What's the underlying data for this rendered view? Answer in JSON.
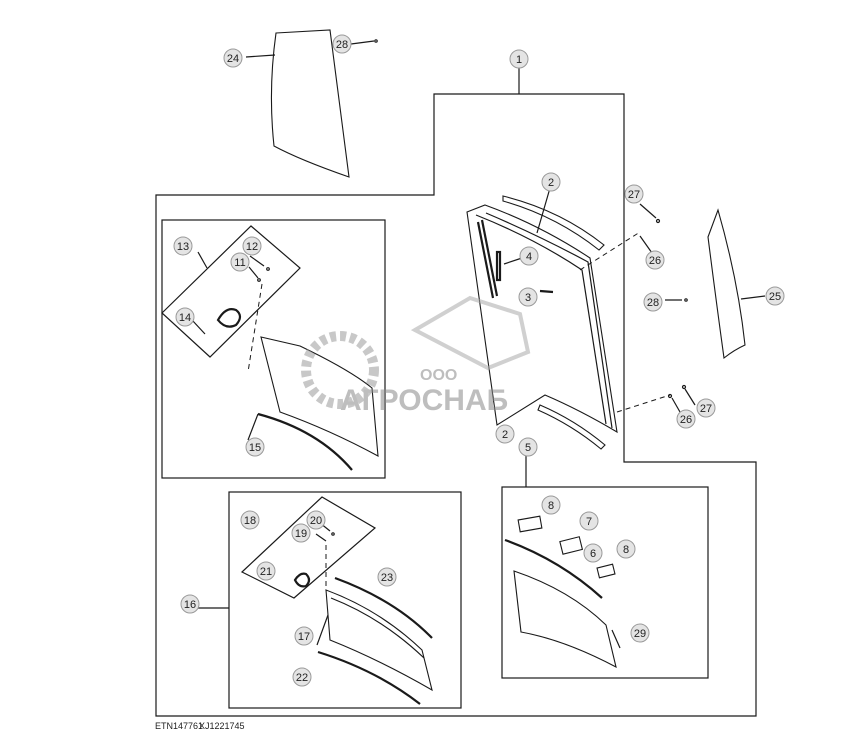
{
  "footer": {
    "code1": "ETN147761",
    "code2": "XJ1221745"
  },
  "watermark": {
    "line1": "ООО",
    "line2": "АГРОСНАБ"
  },
  "callouts": [
    {
      "label": "24"
    },
    {
      "label": "28"
    },
    {
      "label": "1"
    },
    {
      "label": "2"
    },
    {
      "label": "27"
    },
    {
      "label": "4"
    },
    {
      "label": "26"
    },
    {
      "label": "3"
    },
    {
      "label": "28"
    },
    {
      "label": "25"
    },
    {
      "label": "27"
    },
    {
      "label": "26"
    },
    {
      "label": "13"
    },
    {
      "label": "12"
    },
    {
      "label": "11"
    },
    {
      "label": "14"
    },
    {
      "label": "15"
    },
    {
      "label": "5"
    },
    {
      "label": "8"
    },
    {
      "label": "7"
    },
    {
      "label": "6"
    },
    {
      "label": "8"
    },
    {
      "label": "29"
    },
    {
      "label": "18"
    },
    {
      "label": "20"
    },
    {
      "label": "19"
    },
    {
      "label": "21"
    },
    {
      "label": "23"
    },
    {
      "label": "16"
    },
    {
      "label": "17"
    },
    {
      "label": "22"
    },
    {
      "label": "2"
    }
  ]
}
